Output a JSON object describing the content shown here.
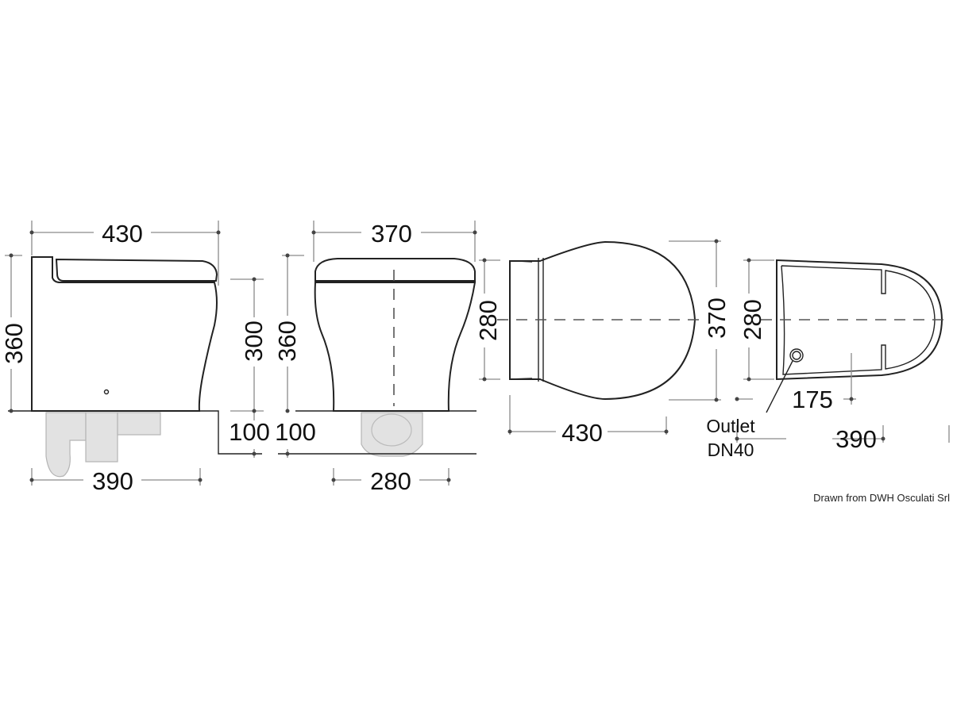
{
  "side_view": {
    "width_top": "430",
    "height_total": "360",
    "height_seat": "300",
    "base_height": "100",
    "width_base": "390"
  },
  "front_view": {
    "width_top": "370",
    "height_total": "360",
    "base_height": "100",
    "width_base": "280"
  },
  "top_view": {
    "depth": "430",
    "width_rear": "280",
    "width_seat": "370"
  },
  "base_view": {
    "width_rear": "280",
    "outlet_offset": "175",
    "depth": "390",
    "outlet_label_line1": "Outlet",
    "outlet_label_line2": "DN40"
  },
  "credit": "Drawn from DWH Osculati Srl"
}
